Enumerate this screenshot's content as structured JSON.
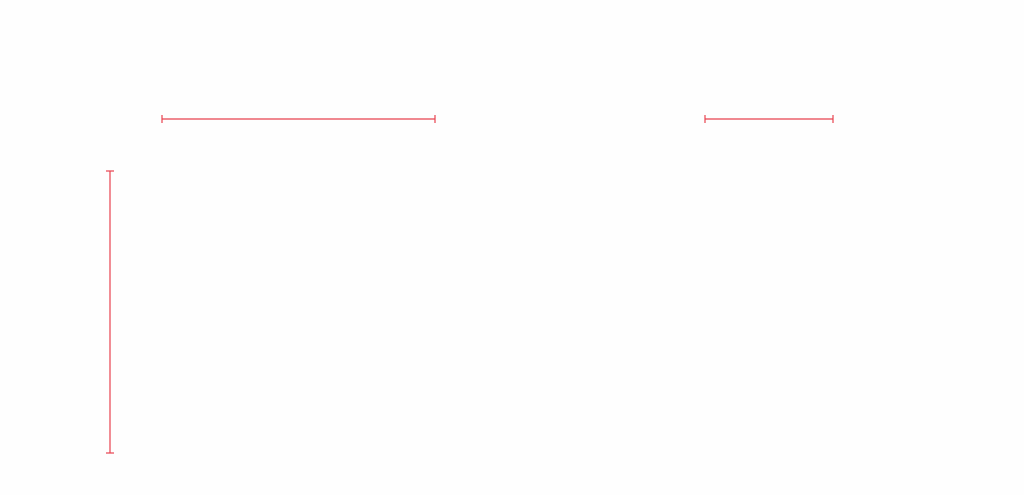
{
  "guide_color": "#e8424f",
  "guides": [
    {
      "name": "measure-guide-top-left",
      "orientation": "horizontal"
    },
    {
      "name": "measure-guide-top-right",
      "orientation": "horizontal"
    },
    {
      "name": "measure-guide-left-vertical",
      "orientation": "vertical"
    }
  ]
}
